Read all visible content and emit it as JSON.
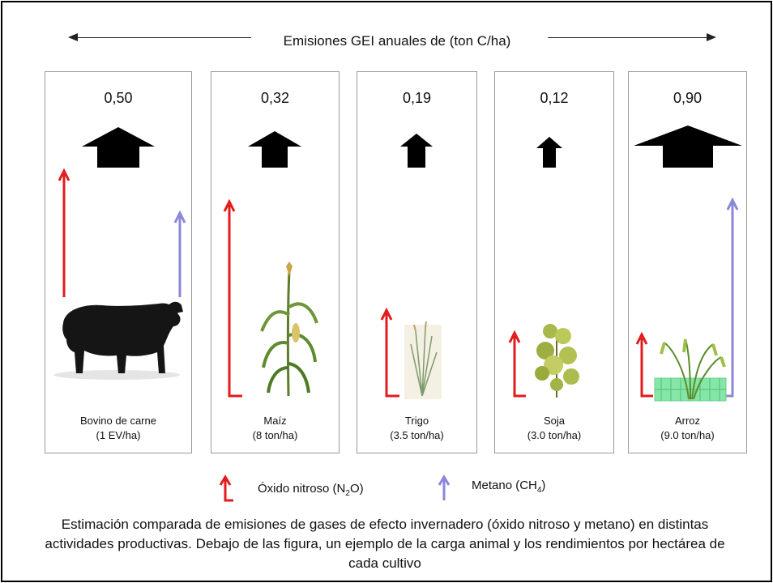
{
  "header": {
    "title": "Emisiones GEI anuales de  (ton C/ha)"
  },
  "colors": {
    "nitrous_oxide": "#e31b1b",
    "methane": "#8c86d8",
    "net_arrow": "#000000",
    "panel_border": "#9a9a9a"
  },
  "panels": [
    {
      "value": "0,50",
      "name": "Bovino de carne",
      "detail": "(1 EV/ha)",
      "icon": "cattle-icon",
      "net_emission": 0.5,
      "has_methane": true
    },
    {
      "value": "0,32",
      "name": "Maíz",
      "detail": "(8 ton/ha)",
      "icon": "corn-plant-icon",
      "net_emission": 0.32,
      "has_methane": false
    },
    {
      "value": "0,19",
      "name": "Trigo",
      "detail": "(3.5 ton/ha)",
      "icon": "wheat-plant-icon",
      "net_emission": 0.19,
      "has_methane": false
    },
    {
      "value": "0,12",
      "name": "Soja",
      "detail": "(3.0 ton/ha)",
      "icon": "soybean-plant-icon",
      "net_emission": 0.12,
      "has_methane": false
    },
    {
      "value": "0,90",
      "name": "Arroz",
      "detail": "(9.0 ton/ha)",
      "icon": "rice-plant-icon",
      "net_emission": 0.9,
      "has_methane": true
    }
  ],
  "legend": {
    "n2o_label": "Óxido nitroso (N",
    "n2o_sub": "2",
    "n2o_suffix": "O)",
    "ch4_label": "Metano (CH",
    "ch4_sub": "4",
    "ch4_suffix": ")"
  },
  "caption": {
    "text": "Estimación comparada de emisiones de gases de efecto invernadero (óxido nitroso y metano) en distintas actividades productivas. Debajo de las figura, un ejemplo de la carga animal y los rendimientos por hectárea de cada cultivo"
  }
}
